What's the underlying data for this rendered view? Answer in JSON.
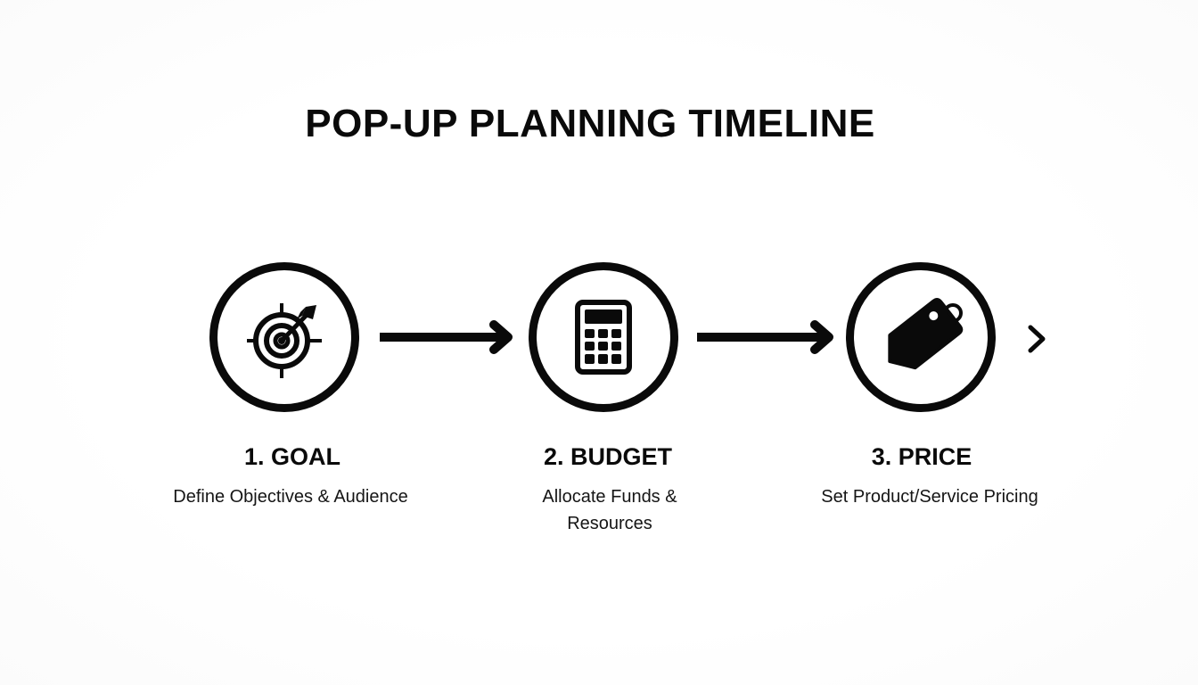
{
  "diagram": {
    "title": "POP-UP PLANNING TIMELINE",
    "steps": [
      {
        "label": "1. GOAL",
        "description": "Define Objectives & Audience",
        "icon": "target-icon"
      },
      {
        "label": "2. BUDGET",
        "description_line1": "Allocate Funds &",
        "description_line2": "Resources",
        "icon": "calculator-icon"
      },
      {
        "label": "3. PRICE",
        "description": "Set Product/Service Pricing",
        "icon": "price-tag-icon"
      }
    ],
    "connectors": [
      "arrow-right-icon",
      "arrow-right-icon",
      "chevron-right-icon"
    ],
    "colors": {
      "ink": "#0a0a0a",
      "background": "#ffffff"
    }
  }
}
